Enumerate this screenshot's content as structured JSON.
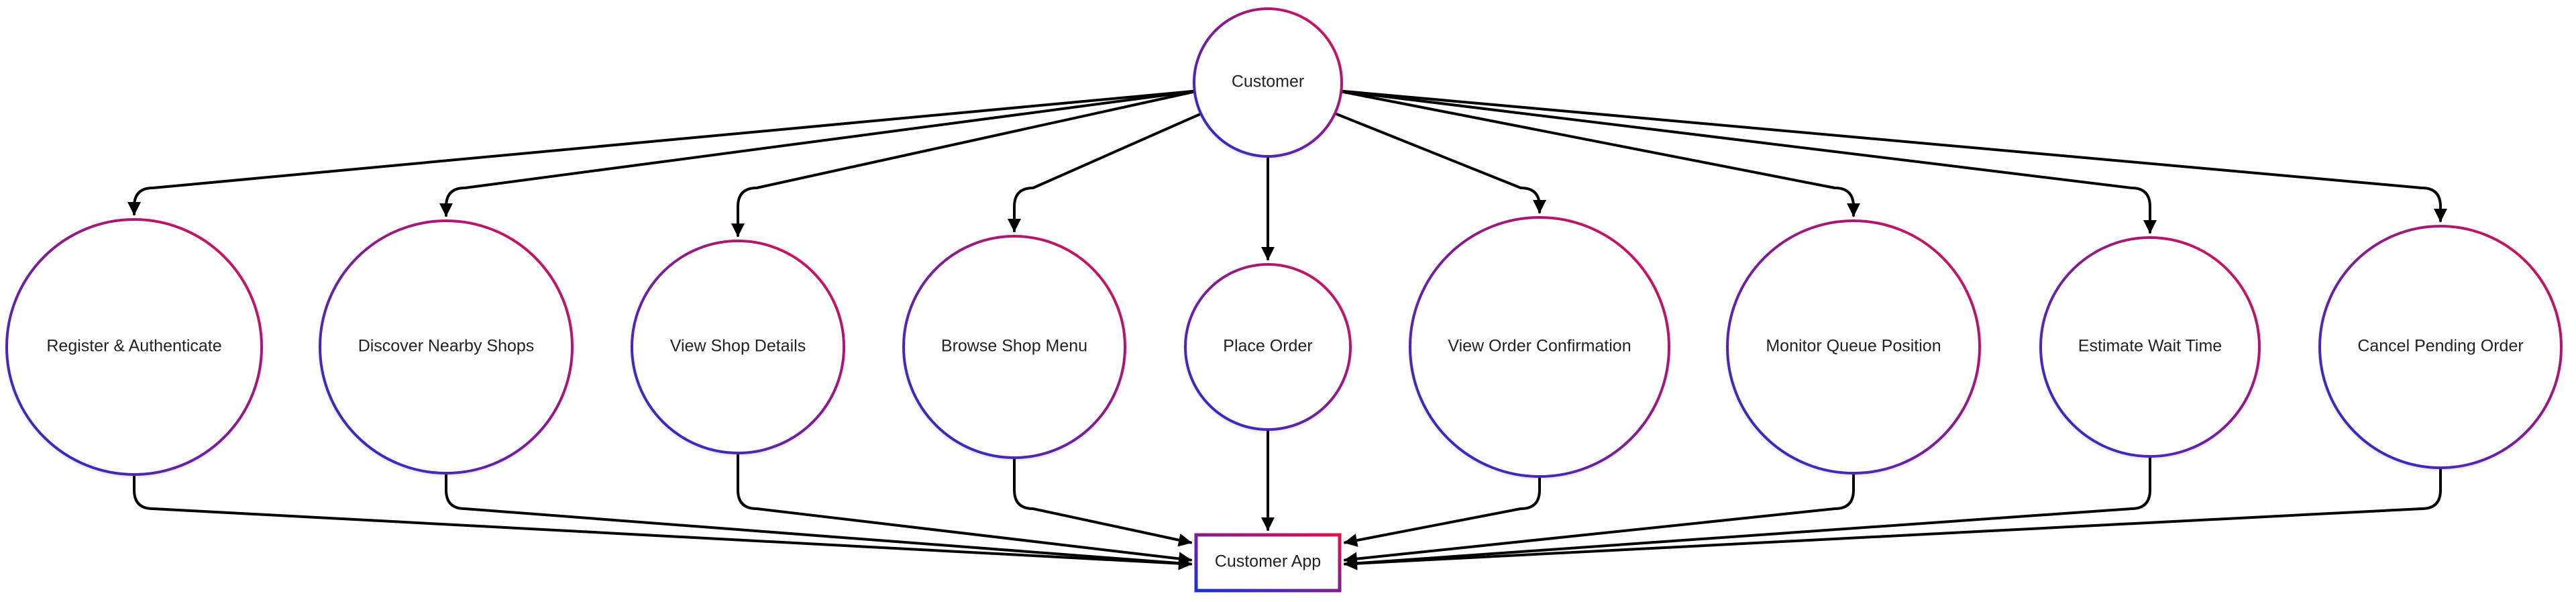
{
  "diagram": {
    "source": {
      "label": "Customer"
    },
    "use_cases": [
      {
        "id": "register",
        "label": "Register & Authenticate"
      },
      {
        "id": "discover",
        "label": "Discover Nearby Shops"
      },
      {
        "id": "shop-details",
        "label": "View Shop Details"
      },
      {
        "id": "browse-menu",
        "label": "Browse Shop Menu"
      },
      {
        "id": "place-order",
        "label": "Place Order"
      },
      {
        "id": "order-confirmation",
        "label": "View Order Confirmation"
      },
      {
        "id": "queue-position",
        "label": "Monitor Queue Position"
      },
      {
        "id": "wait-time",
        "label": "Estimate Wait Time"
      },
      {
        "id": "cancel-order",
        "label": "Cancel Pending Order"
      }
    ],
    "target": {
      "label": "Customer App"
    },
    "colors": {
      "gradient_start": "#1a2fd6",
      "gradient_end": "#e0104e",
      "edge": "#000000",
      "text": "#222222"
    }
  }
}
